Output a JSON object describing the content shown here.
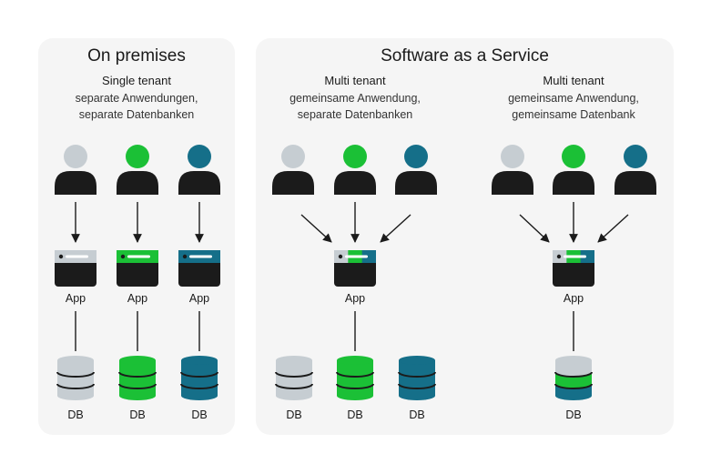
{
  "colors": {
    "panel": "#f5f5f5",
    "dark": "#1b1b1b",
    "gray": "#c6cdd2",
    "green": "#1bc036",
    "blue": "#156f89"
  },
  "on_premises": {
    "title": "On premises",
    "tenant": "Single tenant",
    "desc_line1": "separate Anwendungen,",
    "desc_line2": "separate Datenbanken",
    "app_labels": [
      "App",
      "App",
      "App"
    ],
    "db_labels": [
      "DB",
      "DB",
      "DB"
    ]
  },
  "saas": {
    "title": "Software as a Service",
    "multi_separate": {
      "tenant": "Multi tenant",
      "desc_line1": "gemeinsame Anwendung,",
      "desc_line2": "separate Datenbanken",
      "app_label": "App",
      "db_labels": [
        "DB",
        "DB",
        "DB"
      ]
    },
    "multi_shared": {
      "tenant": "Multi tenant",
      "desc_line1": "gemeinsame Anwendung,",
      "desc_line2": "gemeinsame Datenbank",
      "app_label": "App",
      "db_label": "DB"
    }
  },
  "icons": {
    "user": "user-icon",
    "app": "app-window-icon",
    "db": "database-icon"
  }
}
